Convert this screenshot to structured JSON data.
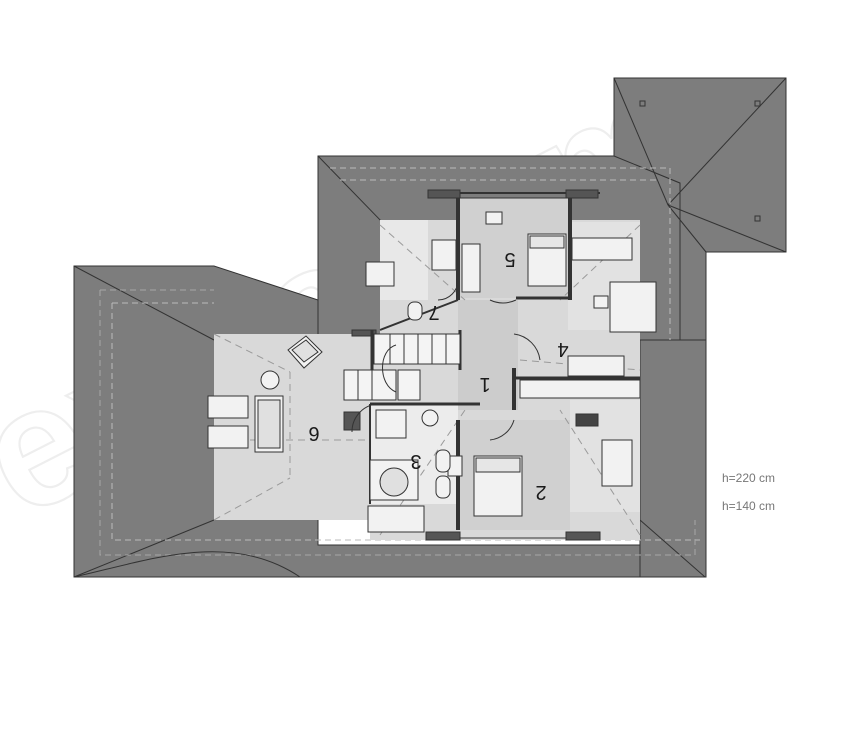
{
  "plan": {
    "rooms": [
      {
        "id": "1",
        "label": "1"
      },
      {
        "id": "2",
        "label": "2"
      },
      {
        "id": "3",
        "label": "3"
      },
      {
        "id": "4",
        "label": "4"
      },
      {
        "id": "5",
        "label": "5"
      },
      {
        "id": "6",
        "label": "6"
      },
      {
        "id": "7",
        "label": "7"
      }
    ],
    "legend": {
      "height_full": "h=220 cm",
      "height_low": "h=140 cm"
    },
    "watermark": "extradom"
  },
  "colors": {
    "roof": "#7d7d7d",
    "floor": "#d4d4d4",
    "floor_light": "#e3e3e3",
    "wall": "#3a3a3a",
    "furniture": "#f2f2f2"
  }
}
